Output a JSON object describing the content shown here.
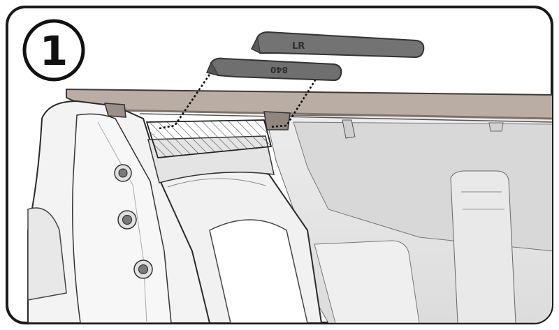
{
  "step": {
    "number": "1"
  },
  "clip_top": {
    "label": "LR"
  },
  "clip_bottom": {
    "label": "840"
  },
  "colors": {
    "frame": "#1a1a1a",
    "rail": "#b9ada4",
    "rail_dark": "#7e726b",
    "body_fill": "#f3f3f3",
    "body_shade": "#e2e2e2",
    "interior": "#e6e6e6",
    "clip_fill": "#6f6f6f",
    "clip_edge": "#3a3a3a",
    "line": "#2a2a2a"
  }
}
